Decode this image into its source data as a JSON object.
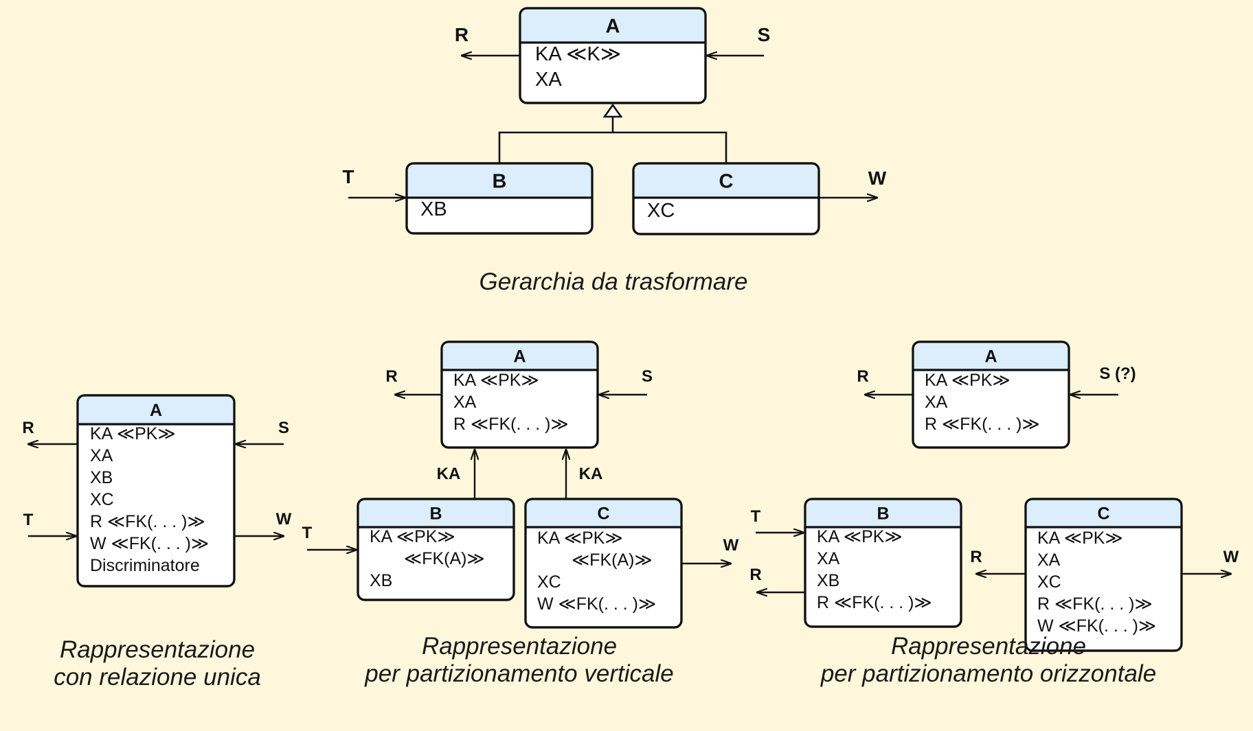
{
  "colors": {
    "background": "#fff7dc",
    "header_fill": "#dcedfb",
    "box_fill": "#ffffff",
    "stroke": "#111111"
  },
  "diagram": {
    "entities": [
      {
        "id": "top-a",
        "title": "A",
        "attributes": [
          "KA ≪K≫",
          "XA"
        ]
      },
      {
        "id": "top-b",
        "title": "B",
        "attributes": [
          "XB"
        ]
      },
      {
        "id": "top-c",
        "title": "C",
        "attributes": [
          "XC"
        ]
      },
      {
        "id": "uni-a",
        "title": "A",
        "attributes": [
          "KA ≪PK≫",
          "XA",
          "XB",
          "XC",
          "R ≪FK(. . . )≫",
          "W ≪FK(. . . )≫",
          "Discriminatore"
        ]
      },
      {
        "id": "ver-a",
        "title": "A",
        "attributes": [
          "KA ≪PK≫",
          "XA",
          "R ≪FK(. . . )≫"
        ]
      },
      {
        "id": "ver-b",
        "title": "B",
        "attributes": [
          "KA ≪PK≫",
          "≪FK(A)≫",
          "XB"
        ]
      },
      {
        "id": "ver-c",
        "title": "C",
        "attributes": [
          "KA ≪PK≫",
          "≪FK(A)≫",
          "XC",
          "W ≪FK(. . . )≫"
        ]
      },
      {
        "id": "hor-a",
        "title": "A",
        "attributes": [
          "KA ≪PK≫",
          "XA",
          "R ≪FK(. . . )≫"
        ]
      },
      {
        "id": "hor-b",
        "title": "B",
        "attributes": [
          "KA ≪PK≫",
          "XA",
          "XB",
          "R ≪FK(. . . )≫"
        ]
      },
      {
        "id": "hor-c",
        "title": "C",
        "attributes": [
          "KA ≪PK≫",
          "XA",
          "XC",
          "R ≪FK(. . . )≫",
          "W ≪FK(. . . )≫"
        ]
      }
    ],
    "edge_labels": [
      {
        "id": "top-r",
        "text": "R"
      },
      {
        "id": "top-s",
        "text": "S"
      },
      {
        "id": "top-t",
        "text": "T"
      },
      {
        "id": "top-w",
        "text": "W"
      },
      {
        "id": "uni-r",
        "text": "R"
      },
      {
        "id": "uni-s",
        "text": "S"
      },
      {
        "id": "uni-t",
        "text": "T"
      },
      {
        "id": "uni-w",
        "text": "W"
      },
      {
        "id": "ver-r",
        "text": "R"
      },
      {
        "id": "ver-s",
        "text": "S"
      },
      {
        "id": "ver-ka-b",
        "text": "KA"
      },
      {
        "id": "ver-ka-c",
        "text": "KA"
      },
      {
        "id": "ver-t",
        "text": "T"
      },
      {
        "id": "ver-w",
        "text": "W"
      },
      {
        "id": "hor-r-a",
        "text": "R"
      },
      {
        "id": "hor-s",
        "text": "S (?)"
      },
      {
        "id": "hor-t",
        "text": "T"
      },
      {
        "id": "hor-r-b",
        "text": "R"
      },
      {
        "id": "hor-r-c",
        "text": "R"
      },
      {
        "id": "hor-w",
        "text": "W"
      }
    ],
    "captions": [
      {
        "id": "top",
        "lines": [
          "Gerarchia da trasformare"
        ]
      },
      {
        "id": "uni",
        "lines": [
          "Rappresentazione",
          "con relazione unica"
        ]
      },
      {
        "id": "ver",
        "lines": [
          "Rappresentazione",
          "per partizionamento verticale"
        ]
      },
      {
        "id": "hor",
        "lines": [
          "Rappresentazione",
          "per partizionamento orizzontale"
        ]
      }
    ]
  }
}
